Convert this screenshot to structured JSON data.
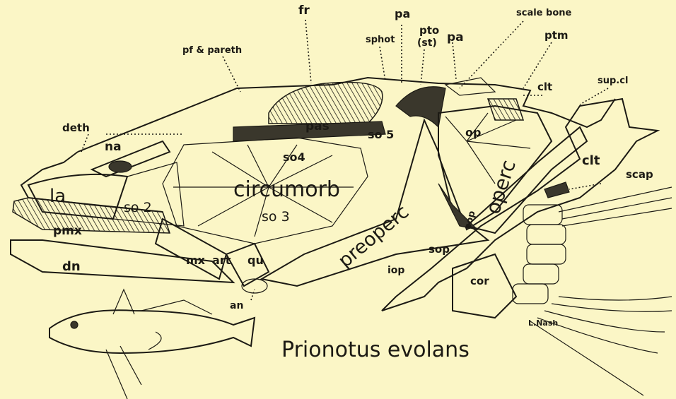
{
  "title": "Prionotus evolans",
  "signature": "L.Nash",
  "labels": {
    "pa_top": "pa",
    "fr": "fr",
    "pto": "pto",
    "st": "(st)",
    "pa_right": "pa",
    "scale_bone": "scale bone",
    "sphot": "sphot",
    "ptm": "ptm",
    "pf_pareth": "pf & pareth",
    "clt_top": "clt",
    "sup_cl": "sup.cl",
    "deth": "deth",
    "na": "na",
    "pas": "pas",
    "so5": "so 5",
    "op": "op",
    "so4": "so4",
    "operc": "operc",
    "clt_right": "clt",
    "scap": "scap",
    "circumorb": "circumorb",
    "la": "la",
    "so2": "so 2",
    "so3": "so 3",
    "preoperc": "preoperc",
    "sop_vert": "sop",
    "pmx": "pmx",
    "dn": "dn",
    "mx": "mx",
    "art": "art",
    "qu": "qu",
    "sop_bottom": "sop",
    "iop": "iop",
    "cor": "cor",
    "an": "an"
  },
  "colors": {
    "paper": "#fbf6c6",
    "ink": "#1c1a14"
  }
}
